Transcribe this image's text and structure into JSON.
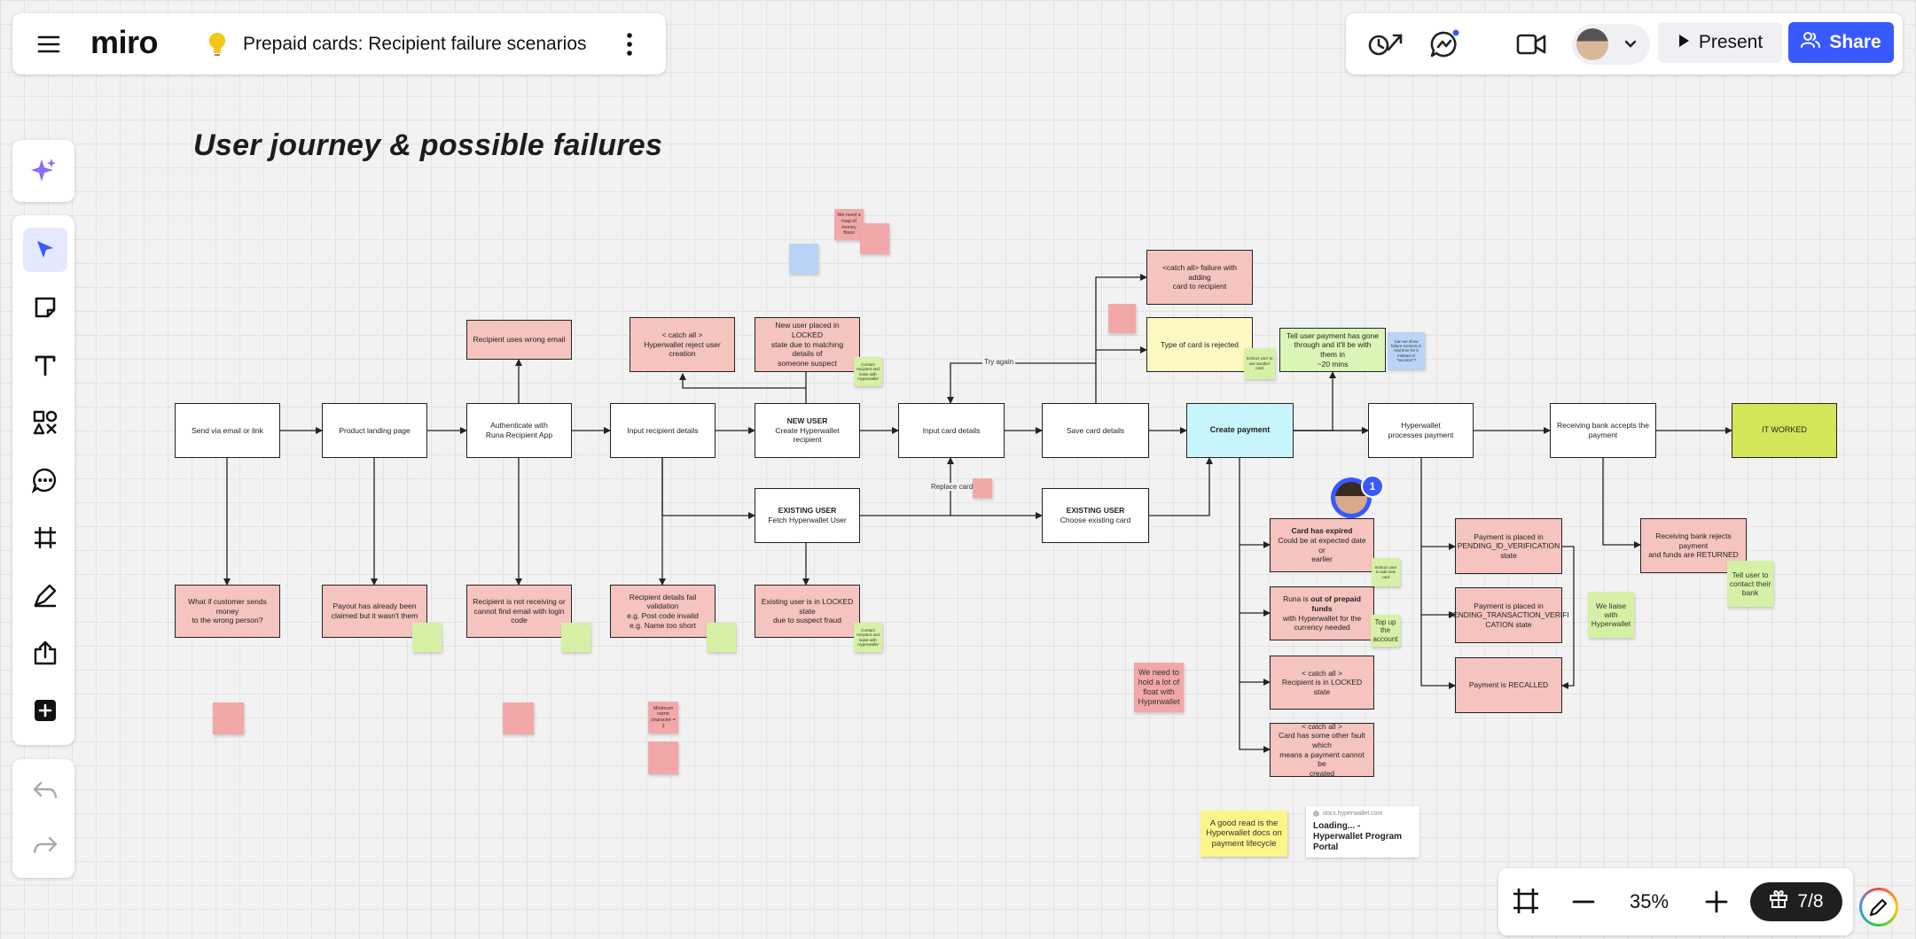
{
  "header": {
    "logo": "miro",
    "board_name": "Prepaid cards: Recipient failure scenarios",
    "present_label": "Present",
    "share_label": "Share"
  },
  "board": {
    "title": "User journey & possible failures"
  },
  "nodes": {
    "send": "Send via email or link",
    "landing": "Product landing page",
    "auth1": "Authenticate with",
    "auth2": "Runa Recipient App",
    "wrong_email": "Recipient uses wrong email",
    "input_recipient": "Input recipient details",
    "catch_all_create1": "< catch all >",
    "catch_all_create2": "Hyperwallet reject user creation",
    "locked_new1": "New user placed in LOCKED",
    "locked_new2": "state due to matching details of",
    "locked_new3": "someone suspect",
    "new_user_title": "NEW USER",
    "new_user_sub": "Create Hyperwallet recipient",
    "existing_user_title": "EXISTING USER",
    "existing_user_sub": "Fetch Hyperwallet User",
    "input_card": "Input card details",
    "save_card": "Save card details",
    "existing_choose_title": "EXISTING USER",
    "existing_choose_sub": "Choose existing card",
    "catch_all_card1": "<catch all> failure with adding",
    "catch_all_card2": "card to recipient",
    "card_rejected": "Type of card is rejected",
    "create_payment": "Create payment",
    "tell_user1": "Tell user payment has gone",
    "tell_user2": "through and it'll be with them in",
    "tell_user3": "~20 mins",
    "hw_processes1": "Hyperwallet",
    "hw_processes2": "processes payment",
    "bank_accepts1": "Receiving bank accepts the",
    "bank_accepts2": "payment",
    "it_worked": "IT WORKED",
    "wrong_person1": "What if customer sends money",
    "wrong_person2": "to the wrong person?",
    "payout_claimed1": "Payout has already been",
    "payout_claimed2": "claimed but it wasn't them",
    "not_receiving1": "Recipient is not receiving or",
    "not_receiving2": "cannot find email with login",
    "not_receiving3": "code",
    "validation1": "Recipient details fail validation",
    "validation2": "e.g. Post code invalid",
    "validation3": "e.g. Name too short",
    "existing_locked1": "Existing user is in LOCKED state",
    "existing_locked2": "due to suspect fraud",
    "expired_title": "Card has expired",
    "expired_sub1": "Could be at expected date or",
    "expired_sub2": "earlier",
    "prepaid_pre": "Runa is ",
    "prepaid_bold": "out of prepaid funds",
    "prepaid_sub1": "with Hyperwallet for the",
    "prepaid_sub2": "currency needed",
    "locked_catch1": "< catch all >",
    "locked_catch2": "Recipient is in LOCKED state",
    "fault_catch1": "< catch all >",
    "fault_catch2": "Card has some other fault which",
    "fault_catch3": "means a payment cannot be",
    "fault_catch4": "created",
    "pending_id1": "Payment is placed in",
    "pending_id2": "PENDING_ID_VERIFICATION",
    "pending_id3": "state",
    "pending_tx1": "Payment is placed in",
    "pending_tx2": "PENDING_TRANSACTION_VERIFI",
    "pending_tx3": "CATION state",
    "recalled": "Payment is RECALLED",
    "bank_rejects1": "Receiving bank rejects payment",
    "bank_rejects2": "and funds are RETURNED"
  },
  "edge_labels": {
    "try_again": "Try again",
    "replace_card": "Replace card"
  },
  "stickies": {
    "liaise": "We liaise with Hyperwallet",
    "tell_bank": "Tell user to contact their bank",
    "top_up": "Top up the account",
    "float": "We need to hold a lot of float with Hyperwallet",
    "good_read": "A good read is the Hyperwallet docs on payment lifecycle",
    "instruct_new_card": "Instruct user to add new card",
    "instruct_another": "Instruct user to use another card",
    "failure_screens": "Can we show failure screens in real time for it instead of \"success\"?",
    "contact_recipient_1": "Contact recipient and liaise with Hyperwallet",
    "contact_recipient_2": "Contact recipient and liaise with Hyperwallet",
    "min_name": "Minimum name character = 3",
    "money_flows": "We need a map of money flows"
  },
  "link_card": {
    "domain": "docs.hyperwallet.com",
    "title": "Loading... - Hyperwallet Program Portal"
  },
  "avatar_badge": "1",
  "zoom": {
    "level": "35%",
    "pages": "7/8"
  },
  "colors": {
    "accent": "#3859ff",
    "pink": "#f5c4bf",
    "cyan": "#c8f5fb",
    "lime": "#d4e55a"
  }
}
